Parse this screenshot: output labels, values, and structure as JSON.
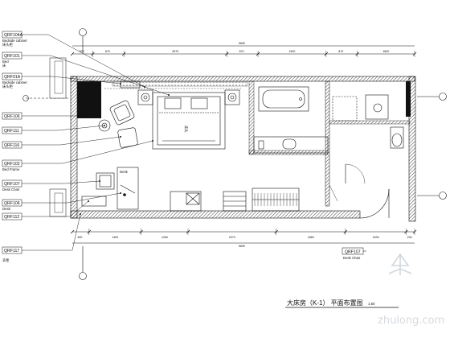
{
  "drawing": {
    "title": "大床房（K-1） 平面布置图",
    "scale": "1:50"
  },
  "leaders": [
    {
      "code": "QRF104A",
      "note": "Bedside cabinet",
      "cn": "床头柜"
    },
    {
      "code": "QRF101",
      "note": "Bed",
      "cn": "床"
    },
    {
      "code": "QRF01A",
      "note": "Bedside cabinet",
      "cn": "床头柜"
    },
    {
      "code": "QRF106",
      "note": "",
      "cn": ""
    },
    {
      "code": "QRF111",
      "note": "",
      "cn": ""
    },
    {
      "code": "QRF116",
      "note": "",
      "cn": ""
    },
    {
      "code": "QRF102",
      "note": "Bed Frame",
      "cn": ""
    },
    {
      "code": "QRF107",
      "note": "Desk Chair",
      "cn": ""
    },
    {
      "code": "QRF106",
      "note": "Desk",
      "cn": ""
    },
    {
      "code": "QRF112",
      "note": "",
      "cn": ""
    },
    {
      "code": "QRF117",
      "note": "",
      "cn": "衣柜"
    }
  ],
  "right_tag": {
    "code": "QRF107",
    "note": "Desk Chair"
  },
  "dimensions": {
    "top_total": "5690",
    "top_parts": [
      "570",
      "870",
      "2870",
      "870",
      "1900",
      "870",
      "1600"
    ],
    "bottom_total": "5690",
    "bottom_parts": [
      "450",
      "1400",
      "1260",
      "2370",
      "1860",
      "1630",
      "230"
    ]
  },
  "room_labels": {
    "bed": "床头",
    "desk": "Desk"
  },
  "watermark": "zhulong.com"
}
